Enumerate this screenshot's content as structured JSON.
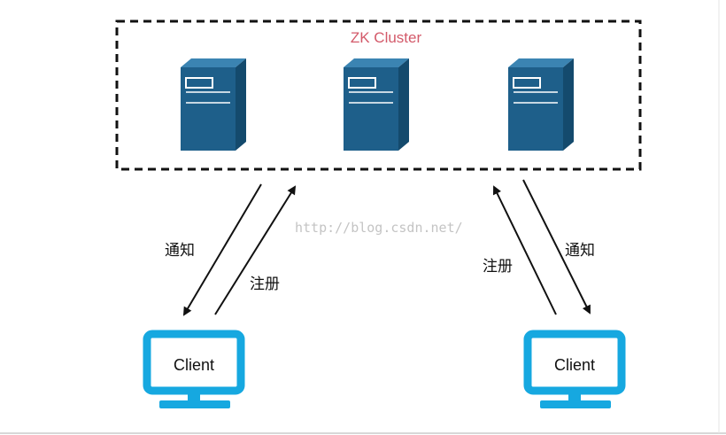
{
  "cluster": {
    "title": "ZK Cluster",
    "server_count": 3
  },
  "clients": [
    {
      "label": "Client"
    },
    {
      "label": "Client"
    }
  ],
  "links": [
    {
      "notify_label": "通知",
      "register_label": "注册"
    },
    {
      "notify_label": "通知",
      "register_label": "注册"
    }
  ],
  "watermark": "http://blog.csdn.net/",
  "colors": {
    "server_face": "#1e5f8a",
    "server_side": "#144a6d",
    "server_top": "#3b84b2",
    "client_frame": "#16a8e0",
    "cluster_title": "#d35a6a",
    "arrow": "#111111",
    "border": "#111111"
  }
}
